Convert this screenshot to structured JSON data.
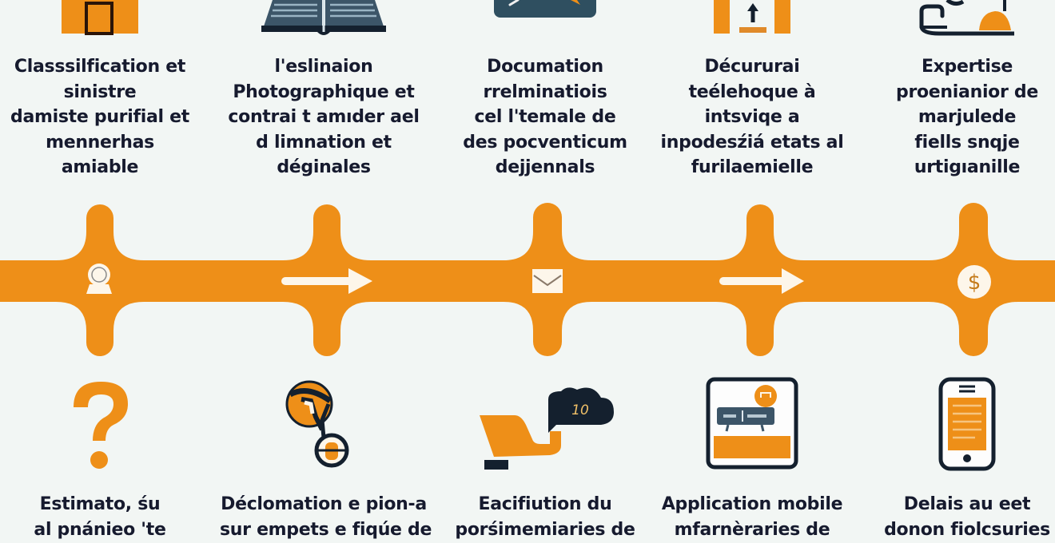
{
  "theme": {
    "background": "#f2f6f4",
    "accent": "#ee8f18",
    "navy": "#1a2a3a",
    "text": "#161a2e"
  },
  "top_steps": [
    {
      "icon": "house-door-icon",
      "lines": [
        "Classsilfication et",
        "sinistre",
        "damiste purifial et",
        "mennerhas",
        "amiable"
      ]
    },
    {
      "icon": "open-book-icon",
      "lines": [
        "l'eslinaion",
        "Photographique et",
        "contrai t amıder ael",
        "d limnation et",
        "déginales"
      ]
    },
    {
      "icon": "document-tools-icon",
      "lines": [
        "Documation",
        "rrelminatiois",
        "cel l'temale de",
        "des pocventicum",
        "dejjennals"
      ]
    },
    {
      "icon": "upload-box-icon",
      "lines": [
        "Décururai",
        "teélehoque à",
        "intsviqe a",
        "inpodesźiá etats al",
        "furilaemielle"
      ]
    },
    {
      "icon": "shoe-helmet-icon",
      "lines": [
        "Expertise",
        "proenianior de",
        "marjulede",
        "fiells snqje",
        "urtigıanille"
      ]
    }
  ],
  "timeline": {
    "nodes": [
      {
        "icon": "webcam-icon"
      },
      {
        "icon": "arrow-right-icon"
      },
      {
        "icon": "envelope-icon"
      },
      {
        "icon": "arrow-right-icon"
      },
      {
        "icon": "dollar-coin-icon"
      }
    ]
  },
  "bottom_steps": [
    {
      "icon": "question-mark-icon",
      "lines": [
        "Estimato, śu",
        "al pnánieo 'te"
      ]
    },
    {
      "icon": "medal-icon",
      "lines": [
        "Déclomation e pion-a",
        "sur empets e fiqúe de"
      ]
    },
    {
      "icon": "laptop-chat-icon",
      "badge": "10",
      "lines": [
        "Eacifiution du",
        "porśimemiaries de"
      ]
    },
    {
      "icon": "device-screen-icon",
      "lines": [
        "Application mobile",
        "mfarnèraries de"
      ]
    },
    {
      "icon": "smartphone-icon",
      "lines": [
        "Delais au eet",
        "donon fiolcsuries"
      ]
    }
  ]
}
